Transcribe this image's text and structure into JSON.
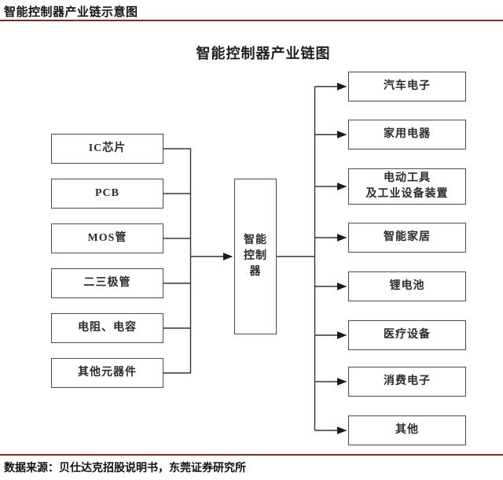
{
  "header": {
    "title": "智能控制器产业链示意图"
  },
  "diagram": {
    "title": "智能控制器产业链图",
    "center": "智能\n控制\n器",
    "inputs": [
      "IC芯片",
      "PCB",
      "MOS管",
      "二三极管",
      "电阻、电容",
      "其他元器件"
    ],
    "outputs": [
      "汽车电子",
      "家用电器",
      "电动工具\n及工业设备装置",
      "智能家居",
      "锂电池",
      "医疗设备",
      "消费电子",
      "其他"
    ]
  },
  "footer": {
    "source": "数据来源：贝仕达克招股说明书，东莞证券研究所"
  },
  "colors": {
    "accent_red": "#9e2122",
    "box_border": "#4a4a4a",
    "connector": "#333333",
    "arrowhead": "#1a1a1a"
  }
}
